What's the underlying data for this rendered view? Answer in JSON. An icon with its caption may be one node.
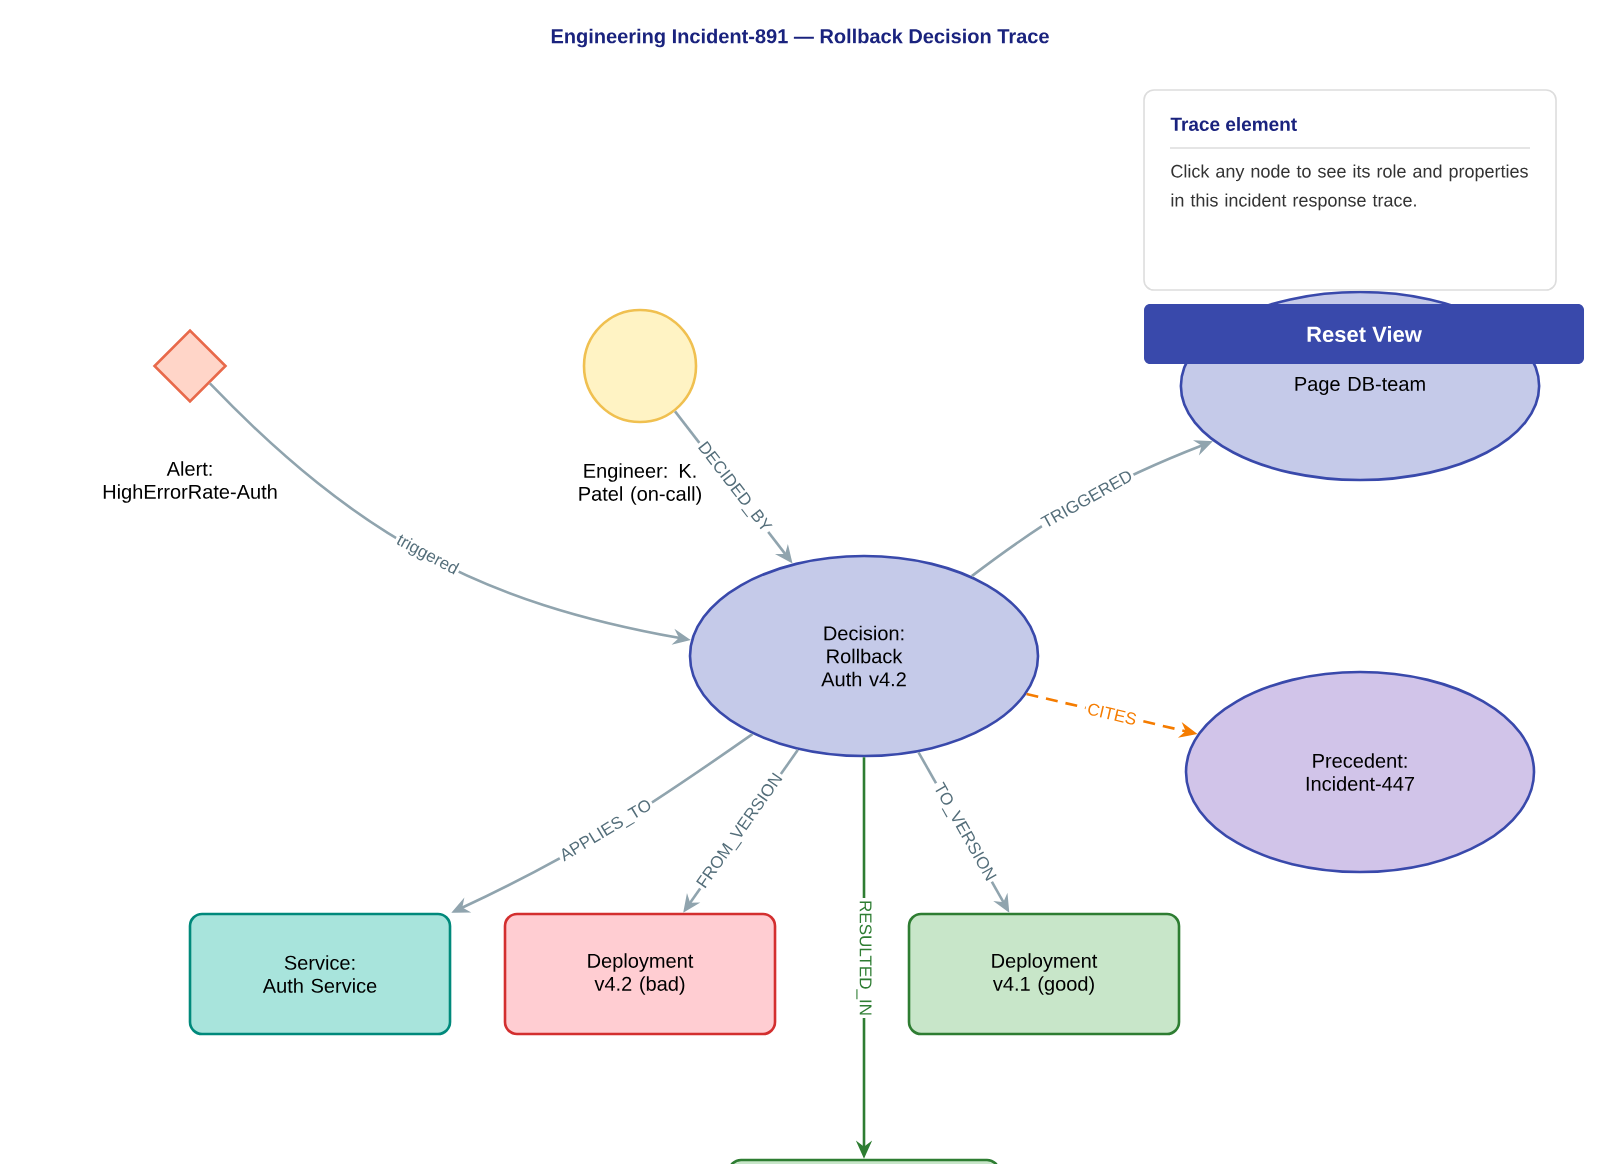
{
  "diagram": {
    "title": "Engineering Incident-891 — Rollback Decision Trace",
    "nodes": [
      {
        "text": [
          "Alert: HighErrorRate-Auth"
        ]
      },
      {
        "text": [
          "Engineer: K. Patel (on-call)"
        ]
      },
      {
        "text": [
          "Decision: Rollback Auth v4.2"
        ]
      },
      {
        "text": [
          "Page DB-team"
        ]
      },
      {
        "text": [
          "Precedent: Incident-447"
        ]
      },
      {
        "text": [
          "Service: Auth Service"
        ]
      },
      {
        "text": [
          "Deployment v4.2 (bad)"
        ]
      },
      {
        "text": [
          "Deployment v4.1 (good)"
        ]
      },
      {
        "text": [],
        "shape": "box"
      }
    ],
    "edges": [
      {
        "from": 0,
        "to": 2,
        "arrow": "to",
        "label": "triggered"
      },
      {
        "from": 1,
        "to": 2,
        "arrow": "to",
        "label": "DECIDED_BY"
      },
      {
        "from": 2,
        "to": 3,
        "arrow": "to",
        "label": "TRIGGERED"
      },
      {
        "from": 2,
        "to": 4,
        "arrow": "to",
        "label": "CITES",
        "style": "dashed",
        "color": "#f57c00"
      },
      {
        "from": 2,
        "to": 5,
        "arrow": "to",
        "label": "APPLIES_TO"
      },
      {
        "from": 2,
        "to": 6,
        "arrow": "to",
        "label": "FROM_VERSION"
      },
      {
        "from": 2,
        "to": 7,
        "arrow": "to",
        "label": "TO_VERSION"
      },
      {
        "from": 2,
        "to": 8,
        "arrow": "to",
        "label": "RESULTED_IN",
        "color": "#2e7d32"
      }
    ],
    "labels": [
      "Trace element",
      "Click any node to see its role and properties in this incident response trace.",
      "Reset View"
    ]
  }
}
